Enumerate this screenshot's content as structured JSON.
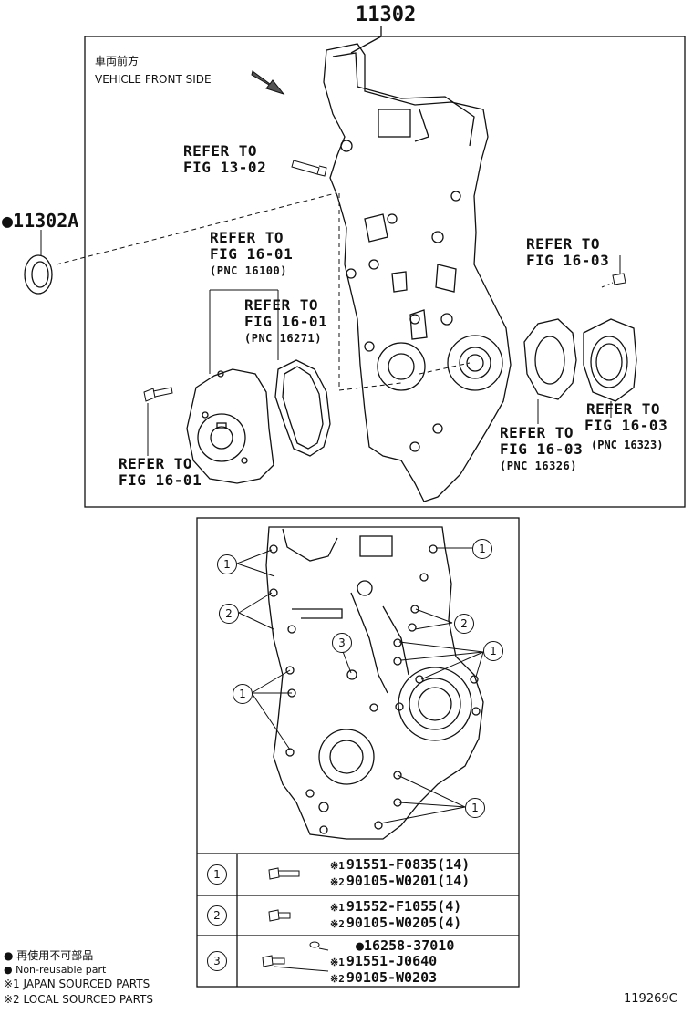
{
  "main_part": {
    "number": "11302"
  },
  "seal_part": {
    "bullet": "●",
    "number": "11302A"
  },
  "direction": {
    "japanese": "車両前方",
    "english": "VEHICLE FRONT SIDE"
  },
  "refs": {
    "fig_13_02": {
      "line1": "REFER TO",
      "line2": "FIG 13-02"
    },
    "fig_16_01_pnc16100": {
      "line1": "REFER TO",
      "line2": "FIG 16-01",
      "pnc": "(PNC 16100)"
    },
    "fig_16_01_pnc16271": {
      "line1": "REFER TO",
      "line2": "FIG 16-01",
      "pnc": "(PNC 16271)"
    },
    "fig_16_01_bolt": {
      "line1": "REFER TO",
      "line2": "FIG 16-01"
    },
    "fig_16_03_bolt": {
      "line1": "REFER TO",
      "line2": "FIG 16-03"
    },
    "fig_16_03_pnc16323": {
      "line1": "REFER TO",
      "line2": "FIG 16-03",
      "pnc": "(PNC 16323)"
    },
    "fig_16_03_pnc16326": {
      "line1": "REFER TO",
      "line2": "FIG 16-03",
      "pnc": "(PNC 16326)"
    }
  },
  "callouts": {
    "c1": "1",
    "c2": "2",
    "c3": "3"
  },
  "legend_rows": [
    {
      "key": "1",
      "parts": [
        {
          "mark": "※1",
          "text": "91551-F0835(14)"
        },
        {
          "mark": "※2",
          "text": "90105-W0201(14)"
        }
      ]
    },
    {
      "key": "2",
      "parts": [
        {
          "mark": "※1",
          "text": "91552-F1055(4)"
        },
        {
          "mark": "※2",
          "text": "90105-W0205(4)"
        }
      ]
    },
    {
      "key": "3",
      "parts": [
        {
          "mark": "●",
          "text": "16258-37010"
        },
        {
          "mark": "※1",
          "text": "91551-J0640"
        },
        {
          "mark": "※2",
          "text": "90105-W0203"
        }
      ]
    }
  ],
  "notes": {
    "nonreuse_jp": "● 再使用不可部品",
    "nonreuse_en": "● Non-reusable part",
    "japan": "※1 JAPAN SOURCED PARTS",
    "local": "※2 LOCAL SOURCED PARTS"
  },
  "figure_id": "119269C"
}
